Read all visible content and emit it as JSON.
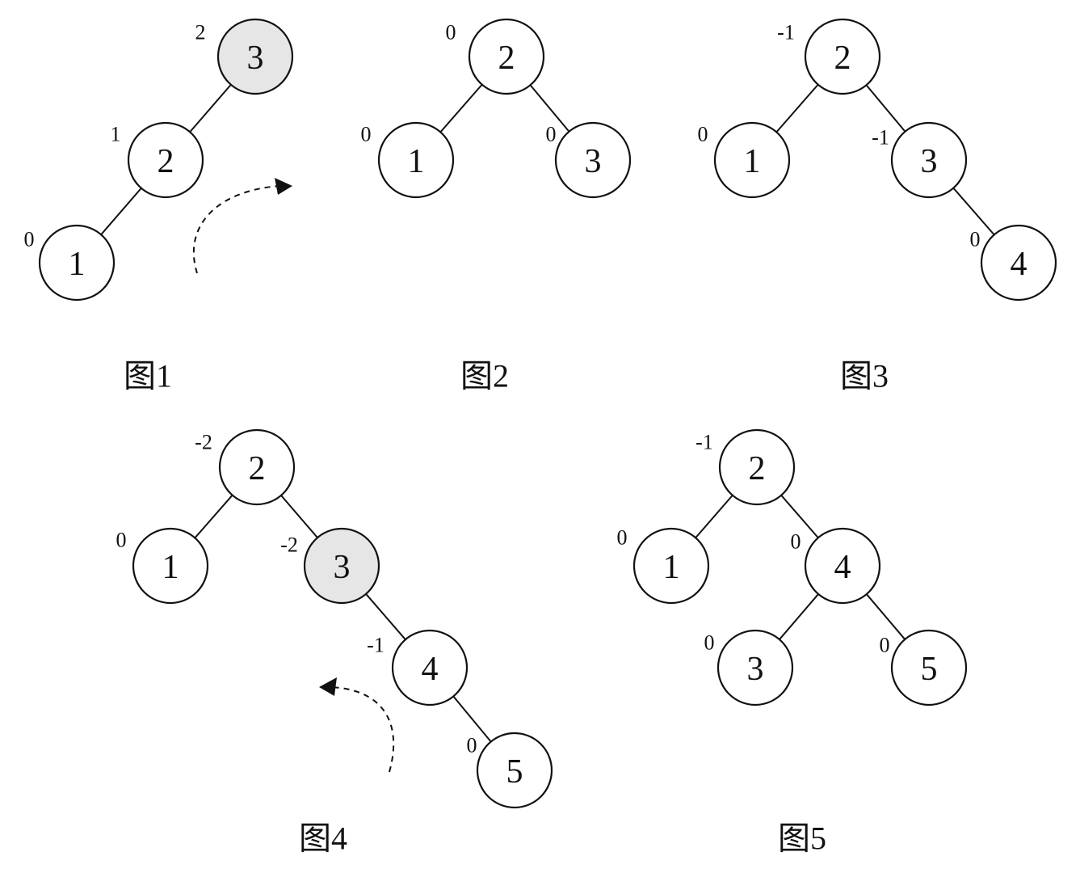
{
  "colors": {
    "highlight": "#e6e6e6",
    "stroke": "#111111",
    "background": "#ffffff"
  },
  "figures": [
    {
      "caption": "图1",
      "nodes": [
        {
          "key": "3",
          "bf": "2",
          "highlighted": true
        },
        {
          "key": "2",
          "bf": "1",
          "highlighted": false
        },
        {
          "key": "1",
          "bf": "0",
          "highlighted": false
        }
      ],
      "edges": [
        [
          "3",
          "2"
        ],
        [
          "2",
          "1"
        ]
      ],
      "rotation": "clockwise"
    },
    {
      "caption": "图2",
      "nodes": [
        {
          "key": "2",
          "bf": "0",
          "highlighted": false
        },
        {
          "key": "1",
          "bf": "0",
          "highlighted": false
        },
        {
          "key": "3",
          "bf": "0",
          "highlighted": false
        }
      ],
      "edges": [
        [
          "2",
          "1"
        ],
        [
          "2",
          "3"
        ]
      ]
    },
    {
      "caption": "图3",
      "nodes": [
        {
          "key": "2",
          "bf": "-1",
          "highlighted": false
        },
        {
          "key": "1",
          "bf": "0",
          "highlighted": false
        },
        {
          "key": "3",
          "bf": "-1",
          "highlighted": false
        },
        {
          "key": "4",
          "bf": "0",
          "highlighted": false
        }
      ],
      "edges": [
        [
          "2",
          "1"
        ],
        [
          "2",
          "3"
        ],
        [
          "3",
          "4"
        ]
      ]
    },
    {
      "caption": "图4",
      "nodes": [
        {
          "key": "2",
          "bf": "-2",
          "highlighted": false
        },
        {
          "key": "1",
          "bf": "0",
          "highlighted": false
        },
        {
          "key": "3",
          "bf": "-2",
          "highlighted": true
        },
        {
          "key": "4",
          "bf": "-1",
          "highlighted": false
        },
        {
          "key": "5",
          "bf": "0",
          "highlighted": false
        }
      ],
      "edges": [
        [
          "2",
          "1"
        ],
        [
          "2",
          "3"
        ],
        [
          "3",
          "4"
        ],
        [
          "4",
          "5"
        ]
      ],
      "rotation": "counterclockwise"
    },
    {
      "caption": "图5",
      "nodes": [
        {
          "key": "2",
          "bf": "-1",
          "highlighted": false
        },
        {
          "key": "1",
          "bf": "0",
          "highlighted": false
        },
        {
          "key": "4",
          "bf": "0",
          "highlighted": false
        },
        {
          "key": "3",
          "bf": "0",
          "highlighted": false
        },
        {
          "key": "5",
          "bf": "0",
          "highlighted": false
        }
      ],
      "edges": [
        [
          "2",
          "1"
        ],
        [
          "2",
          "4"
        ],
        [
          "4",
          "3"
        ],
        [
          "4",
          "5"
        ]
      ]
    }
  ]
}
